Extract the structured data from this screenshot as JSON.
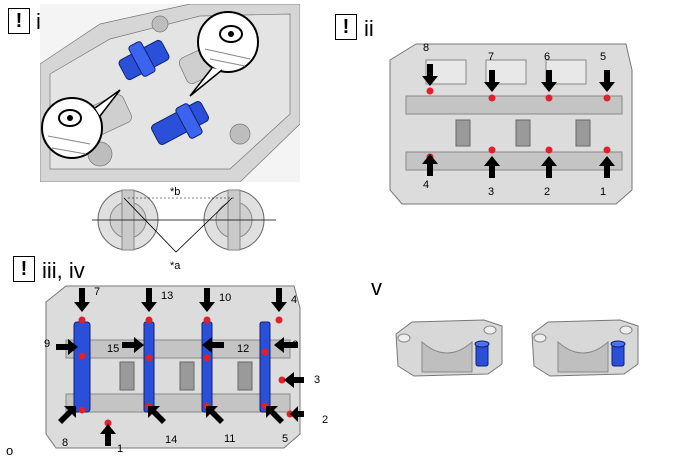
{
  "steps": {
    "i": {
      "mark": "!",
      "label": "i"
    },
    "ii": {
      "mark": "!",
      "label": "ii"
    },
    "iii": {
      "mark": "!",
      "label": "iii, iv"
    },
    "v": {
      "label": "v"
    }
  },
  "step_i_callouts": {
    "b": "*b",
    "a": "*a"
  },
  "step_ii_numbers": {
    "n1": "1",
    "n2": "2",
    "n3": "3",
    "n4": "4",
    "n5": "5",
    "n6": "6",
    "n7": "7",
    "n8": "8"
  },
  "step_iii_numbers": {
    "n1": "1",
    "n2": "2",
    "n3": "3",
    "n4": "4",
    "n5": "5",
    "n6": "6",
    "n7": "7",
    "n8": "8",
    "n9": "9",
    "n10": "10",
    "n11": "11",
    "n12": "12",
    "n13": "13",
    "n14": "14",
    "n15": "15"
  },
  "corner_mark": "o",
  "colors": {
    "bolt_red": "#e0202a",
    "part_blue": "#2a4fd8",
    "engine_gray": "#c9c9c9"
  }
}
